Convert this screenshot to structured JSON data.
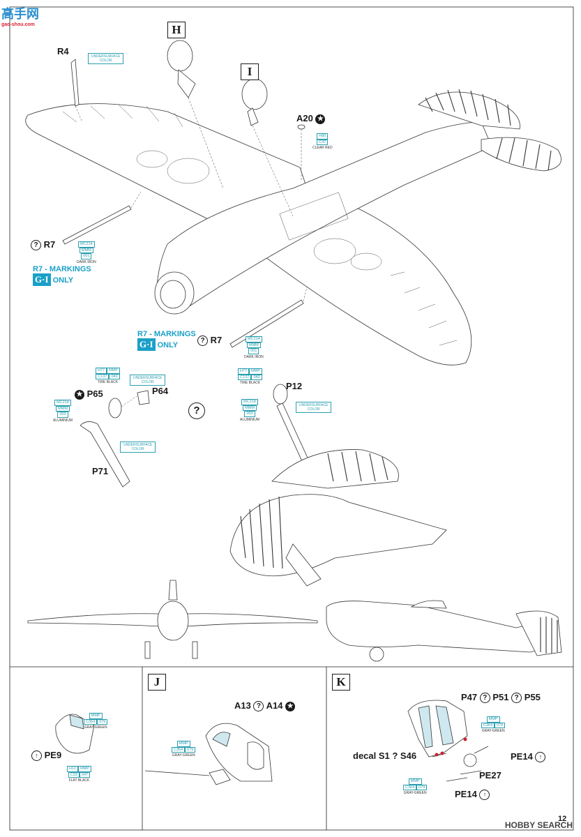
{
  "watermark": {
    "site": "高手网",
    "url": "gao-shou.com"
  },
  "page_number": "12",
  "footer_logo": "HOBBY SEARCH",
  "colors": {
    "accent": "#1aa0c8",
    "callout": "#2a9fb0",
    "ink": "#1a1a1a"
  },
  "steps": {
    "H": "H",
    "I": "I",
    "J": "J",
    "K": "K"
  },
  "main": {
    "r4": "R4",
    "r4_color": [
      "UNDERSURFACE",
      "COLOR"
    ],
    "a20": "A20",
    "a20_color": {
      "h": "H90",
      "c": "C47",
      "name": "CLEAR RED"
    },
    "r7_left": "R7",
    "r7_left_color": {
      "a": "MC214",
      "b": "MMM",
      "c": "001",
      "name": "DARK IRON"
    },
    "markings_title": "R7 - MARKINGS",
    "markings_gi": "G·I",
    "markings_only": "ONLY",
    "r7_right": "R7",
    "r7_right_color": {
      "a": "MC214",
      "b": "MMM",
      "c": "001",
      "name": "DARK IRON"
    }
  },
  "wheels": {
    "p65": "P65",
    "p64": "P64",
    "p71": "P71",
    "p12": "P12",
    "tire_left": {
      "h": "H77",
      "mmp": "MMP",
      "c": "C137",
      "n": "040",
      "name": "TIRE BLACK"
    },
    "tire_right": {
      "h": "H77",
      "mmp": "MMP",
      "c": "C137",
      "n": "040",
      "name": "TIRE BLACK"
    },
    "alu_left": {
      "a": "MC218",
      "b": "MMM",
      "c": "003",
      "name": "ALUMINIUM"
    },
    "alu_right": {
      "a": "MC218",
      "b": "MMM",
      "c": "003",
      "name": "ALUMINIUM"
    },
    "under_p64": [
      "UNDERSURFACE",
      "COLOR"
    ],
    "under_p71": [
      "UNDERSURFACE",
      "COLOR"
    ],
    "under_p12": [
      "UNDERSURFACE",
      "COLOR"
    ]
  },
  "panel_left": {
    "pe9": "PE9",
    "green": {
      "mmp": "MMP",
      "c": "C364",
      "n": "079",
      "name": "GRAY-GREEN"
    },
    "black": {
      "h": "H12",
      "mmp": "MMP",
      "c": "C33",
      "n": "047",
      "name": "FLAT BLACK"
    }
  },
  "panel_j": {
    "a13": "A13",
    "a14": "A14",
    "green": {
      "mmp": "MMP",
      "c": "C364",
      "n": "079",
      "name": "GRAY-GREEN"
    }
  },
  "panel_k": {
    "p47": "P47",
    "p51": "P51",
    "p55": "P55",
    "decal": "decal S1 ? S46",
    "pe14_top": "PE14",
    "pe27": "PE27",
    "pe14_bottom": "PE14",
    "green_top": {
      "mmp": "MMP",
      "c": "C364",
      "n": "079",
      "name": "GRAY-GREEN"
    },
    "green_bottom": {
      "mmp": "MMP",
      "c": "C364",
      "n": "079",
      "name": "GRAY-GREEN"
    }
  }
}
